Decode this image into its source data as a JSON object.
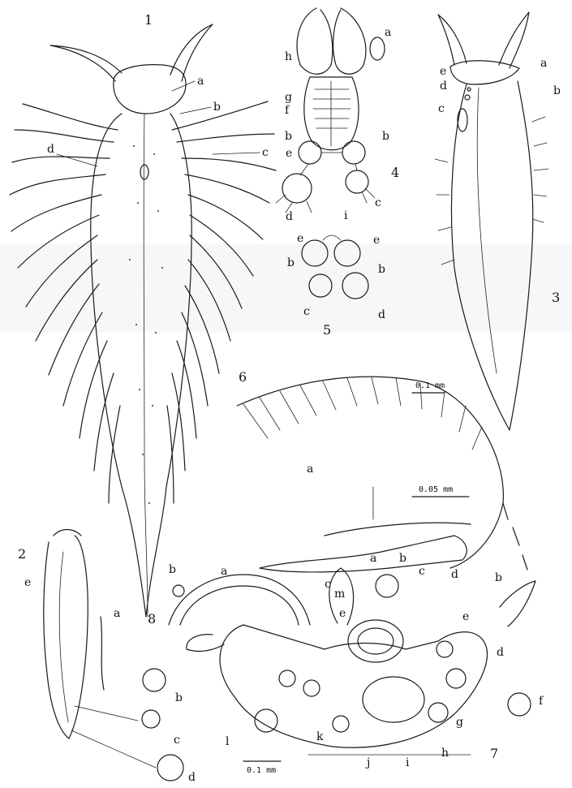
{
  "figures": {
    "fig1": {
      "number": "1",
      "labels": [
        "a",
        "b",
        "c",
        "d"
      ]
    },
    "fig2": {
      "number": "2",
      "labels": [
        "a",
        "b",
        "c",
        "d",
        "e"
      ]
    },
    "fig3": {
      "number": "3",
      "labels": [
        "a",
        "b",
        "c",
        "d",
        "e"
      ]
    },
    "fig4": {
      "number": "4",
      "labels": [
        "a",
        "b",
        "b",
        "c",
        "d",
        "e",
        "f",
        "g",
        "h"
      ]
    },
    "fig5": {
      "number": "5",
      "labels": [
        "b",
        "b",
        "c",
        "d",
        "e",
        "e",
        "i"
      ]
    },
    "fig6": {
      "number": "6",
      "labels": [
        "a",
        "b",
        "c",
        "d"
      ],
      "scale_large": "0.1 mm",
      "scale_small": "0.05 mm"
    },
    "fig7": {
      "number": "7",
      "labels": [
        "a",
        "b",
        "c",
        "d",
        "e",
        "e",
        "f",
        "g",
        "h",
        "i",
        "j",
        "k",
        "l",
        "m"
      ],
      "scale": "0.1 mm"
    },
    "fig8": {
      "number": "8",
      "labels": [
        "a",
        "b"
      ]
    }
  }
}
